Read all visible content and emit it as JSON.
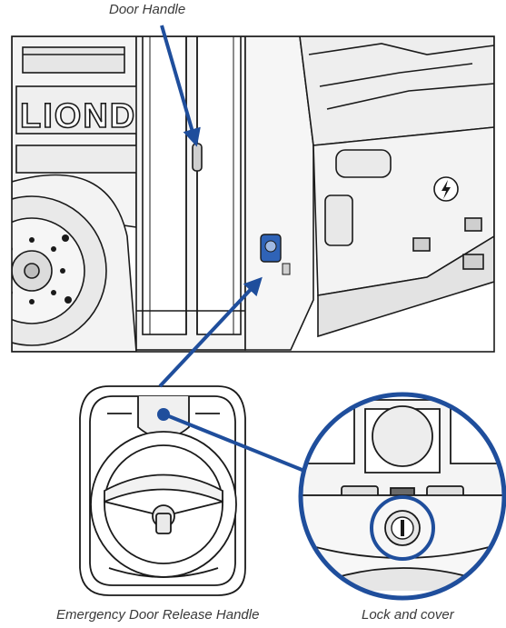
{
  "labels": {
    "door_handle": "Door Handle",
    "emergency_release": "Emergency Door Release Handle",
    "lock_cover": "Lock and cover",
    "brand_lettering": "LIOND"
  },
  "colors": {
    "callout": "#1f4e9c",
    "line": "#1a1a1a",
    "body_fill": "#f2f2f2",
    "shade": "#d9d9d9",
    "handle_blue": "#2f63b7"
  },
  "icons": [
    "lightning-bolt-icon",
    "lock-keyhole-icon"
  ]
}
